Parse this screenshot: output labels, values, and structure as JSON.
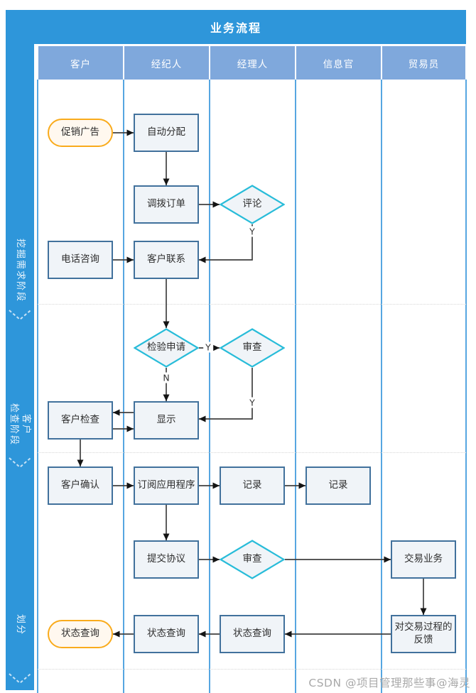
{
  "title": "业务流程",
  "lanes": [
    {
      "label": "客户"
    },
    {
      "label": "经纪人"
    },
    {
      "label": "经理人"
    },
    {
      "label": "信息官"
    },
    {
      "label": "贸易员"
    }
  ],
  "phases": [
    {
      "label": "挖掘需求阶段"
    },
    {
      "line1": "客户",
      "line2": "检查阶段"
    },
    {
      "label": "划分"
    }
  ],
  "nodes": {
    "promo_ad": {
      "label": "促销广告"
    },
    "auto_assign": {
      "label": "自动分配"
    },
    "transfer_order": {
      "label": "调拨订单"
    },
    "comment": {
      "label": "评论"
    },
    "phone_consult": {
      "label": "电话咨询"
    },
    "customer_contact": {
      "label": "客户联系"
    },
    "inspection_request": {
      "label": "检验申请"
    },
    "review_1": {
      "label": "审查"
    },
    "customer_check": {
      "label": "客户检查"
    },
    "display": {
      "label": "显示"
    },
    "customer_confirm": {
      "label": "客户确认"
    },
    "subscribe_app": {
      "label": "订阅应用程序"
    },
    "record_manager": {
      "label": "记录"
    },
    "record_cio": {
      "label": "记录"
    },
    "submit_agreement": {
      "label": "提交协议"
    },
    "review_2": {
      "label": "审查"
    },
    "trade_business": {
      "label": "交易业务"
    },
    "status_query_end": {
      "label": "状态查询"
    },
    "status_query_broker": {
      "label": "状态查询"
    },
    "status_query_manager": {
      "label": "状态查询"
    },
    "trade_feedback": {
      "label": "对交易过程的反馈"
    }
  },
  "edge_labels": {
    "comment_yes": "Y",
    "inspection_yes": "Y",
    "inspection_no": "N",
    "review1_yes": "Y"
  },
  "watermark": "CSDN @项目管理那些事@海灵",
  "colors": {
    "title_bar": "#2E96DA",
    "lane_header": "#7FA8DC",
    "lane_line": "#56A6E1",
    "process_border": "#41719C",
    "process_fill": "#F0F4F8",
    "decision_border": "#28BCD9",
    "terminator_border": "#F9AB1C",
    "terminator_fill": "#FFF8EF",
    "arrow": "#3F3F3F"
  }
}
